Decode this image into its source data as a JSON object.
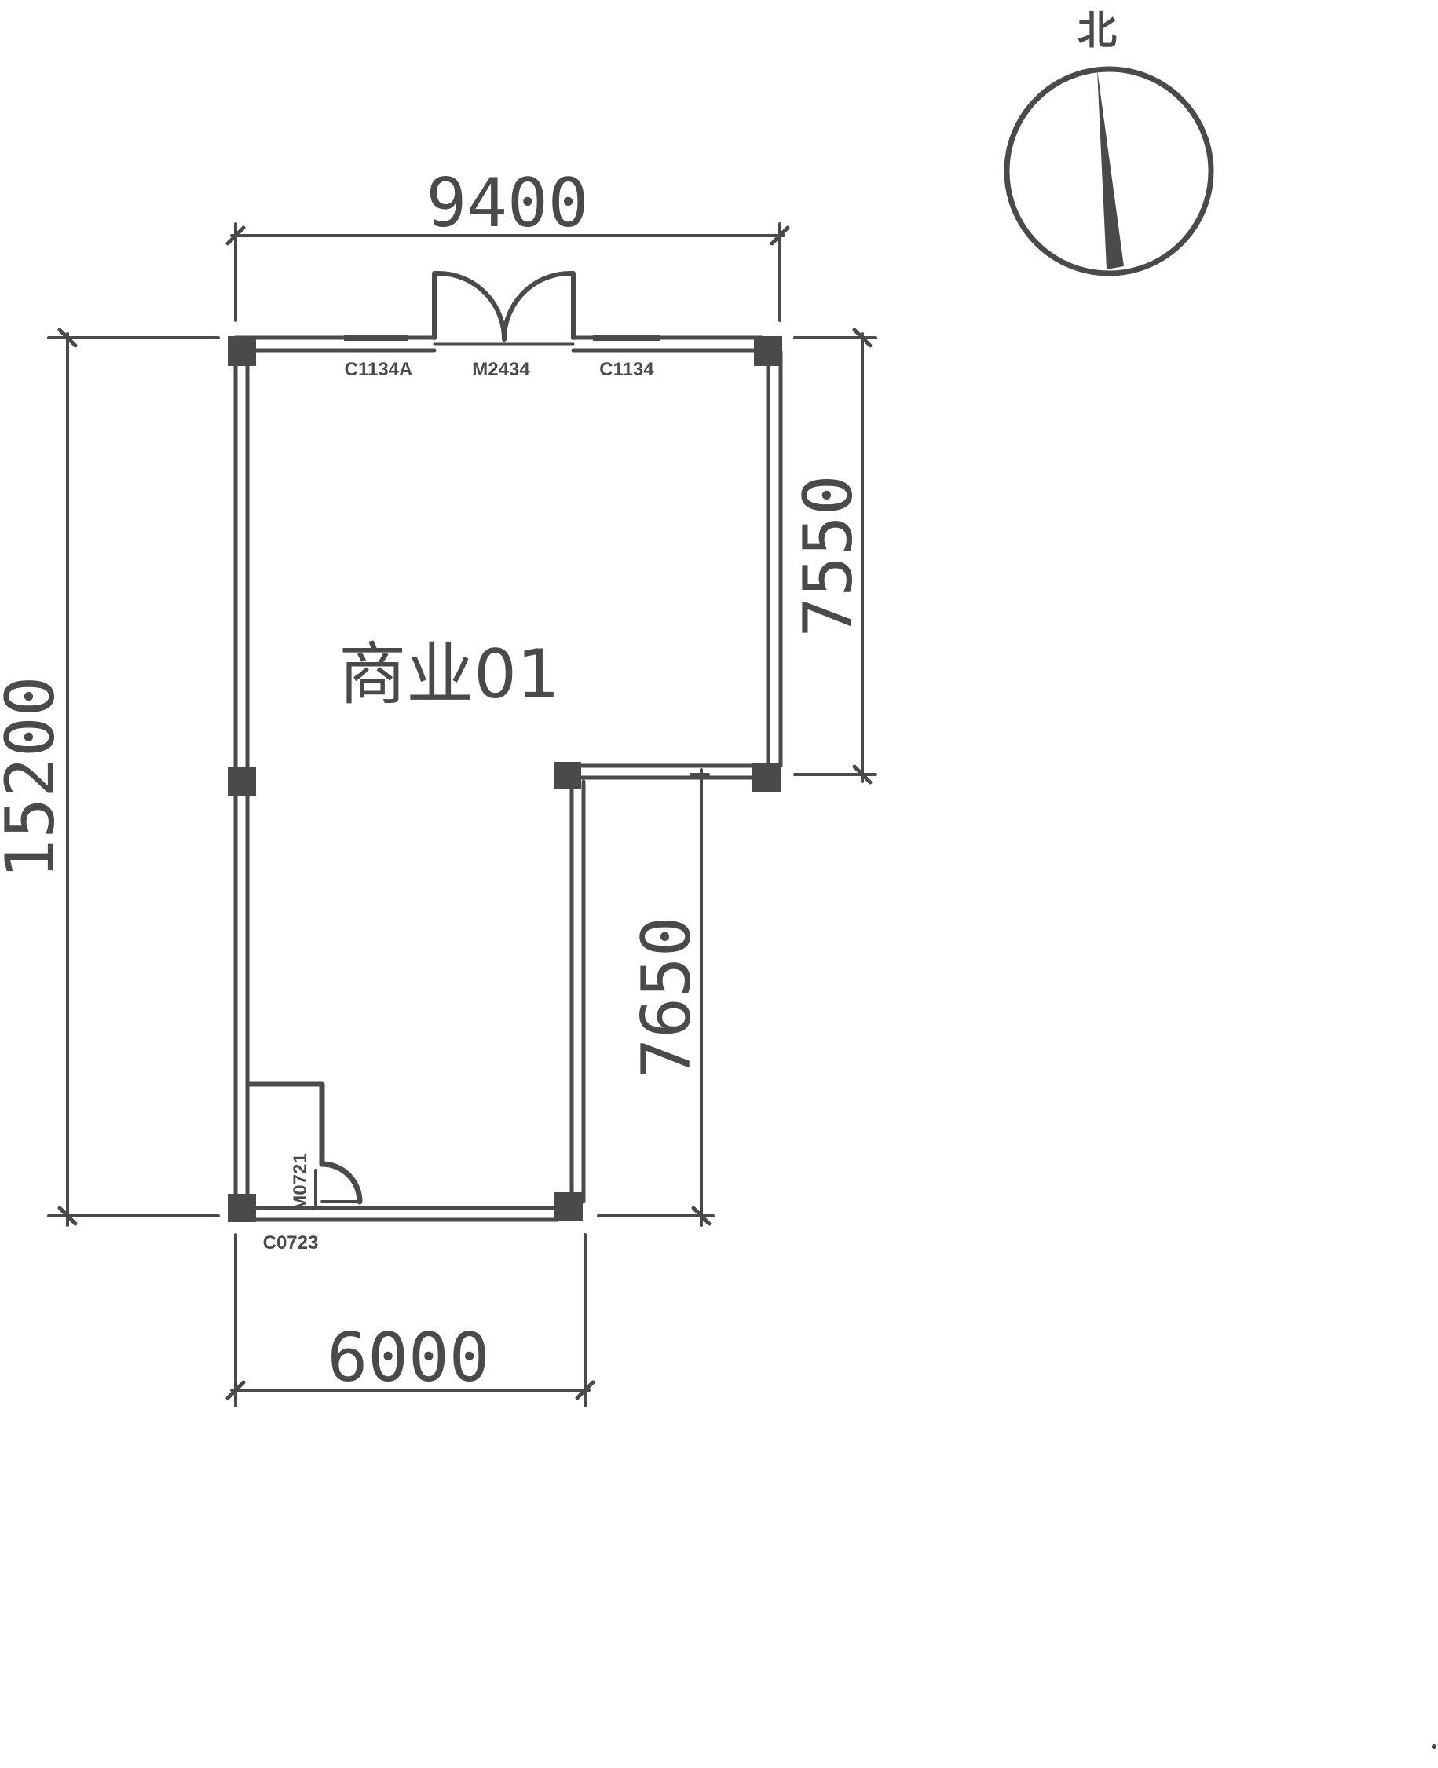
{
  "room": {
    "label": "商业01"
  },
  "north": {
    "label": "北"
  },
  "dimensions": {
    "top_width": "9400",
    "total_height": "15200",
    "right_upper_height": "7550",
    "right_lower_height": "7650",
    "bottom_width": "6000"
  },
  "openings": {
    "window_top_left": "C1134A",
    "door_top": "M2434",
    "window_top_right": "C1134",
    "window_bottom": "C0723",
    "door_bottom": "M0721"
  },
  "colors": {
    "line": "#4a4a4a",
    "background": "#ffffff"
  }
}
